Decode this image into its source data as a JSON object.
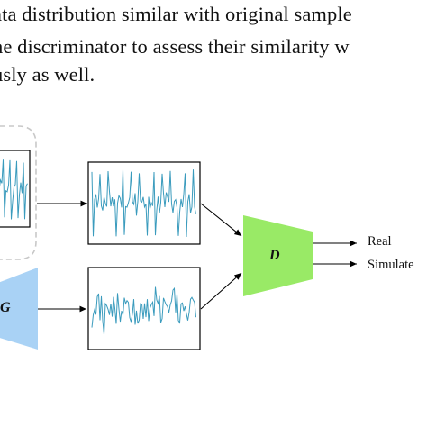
{
  "text": {
    "line1": "ata distribution similar with original sample",
    "line2": "he discriminator to assess their similarity w",
    "line3": "usly as well."
  },
  "diagram": {
    "generator_label": "G",
    "discriminator_label": "D",
    "output_real": "Real",
    "output_simulated": "Simulate",
    "colors": {
      "generator": "#a9d2f5",
      "discriminator": "#99ea66",
      "signal": "#3a9bbd",
      "frame": "#000000",
      "dashed_group": "#c8c8c8"
    }
  }
}
